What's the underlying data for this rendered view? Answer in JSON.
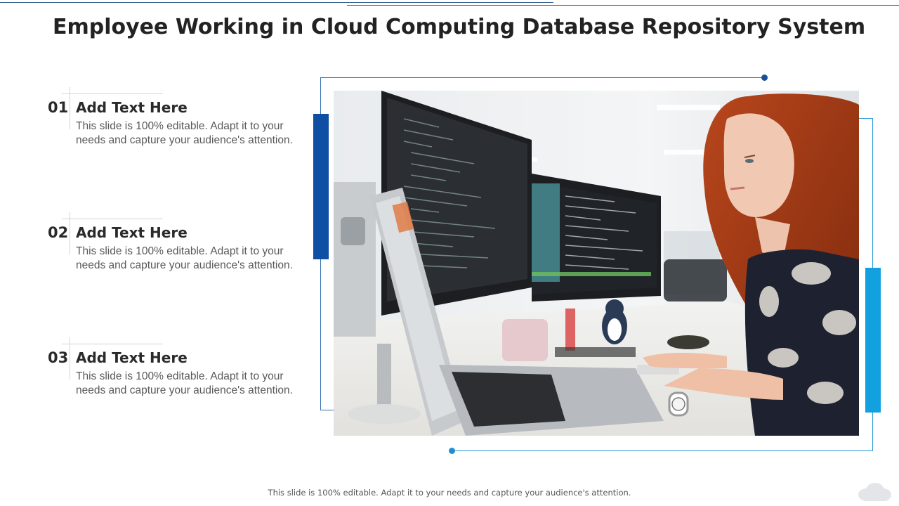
{
  "slide": {
    "title": "Employee Working in Cloud Computing Database Repository System",
    "items": [
      {
        "number": "01",
        "heading": "Add Text Here",
        "body": "This slide is 100% editable. Adapt it to your needs and capture your audience's attention."
      },
      {
        "number": "02",
        "heading": "Add Text Here",
        "body": "This slide is 100% editable. Adapt it to your needs and capture your audience's attention."
      },
      {
        "number": "03",
        "heading": "Add Text Here",
        "body": "This slide is 100% editable. Adapt it to your needs and capture your audience's attention."
      }
    ],
    "footer": "This slide is 100% editable. Adapt it to your needs and capture your audience's attention.",
    "photo_icon": "photo-employee-at-computer",
    "cloud_icon": "cloud-icon"
  },
  "colors": {
    "frame_dark_blue": "#0f4fa3",
    "frame_light_blue": "#12a0de",
    "title_text": "#222222",
    "body_text": "#595959"
  }
}
